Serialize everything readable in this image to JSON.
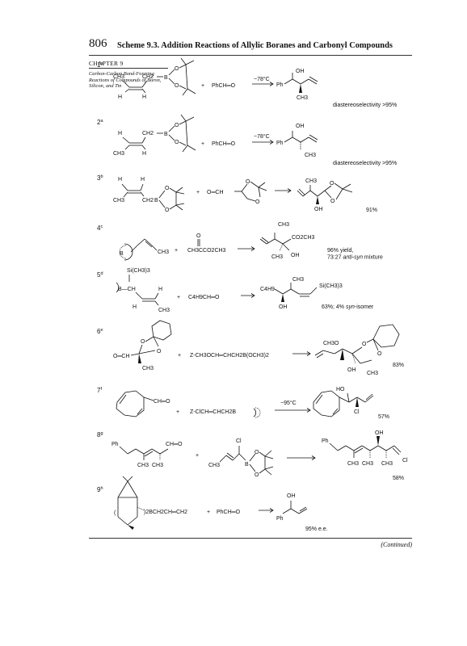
{
  "header": {
    "page_number": "806",
    "scheme_title": "Scheme 9.3. Addition Reactions of Allylic Boranes and Carbonyl Compounds"
  },
  "sidebar": {
    "chapter": "CHAPTER 9",
    "subtitle": "Carbon-Carbon Bond-Forming Reactions of Compounds of Boron, Silicon, and Tin"
  },
  "entries": [
    {
      "number": "1",
      "ref": "a",
      "reagent": "PhCH═O",
      "condition": "−78°C",
      "result": "diastereoselectivity >95%"
    },
    {
      "number": "2",
      "ref": "a",
      "reagent": "PhCH═O",
      "condition": "−78°C",
      "result": "diastereoselectivity >95%"
    },
    {
      "number": "3",
      "ref": "b",
      "reagent": "O═CH",
      "condition": "",
      "result": "91%"
    },
    {
      "number": "4",
      "ref": "c",
      "reagent": "CH3CCO2CH3",
      "condition": "",
      "result": "96% yield, 73:27 anti-syn mixture"
    },
    {
      "number": "5",
      "ref": "d",
      "reagent": "C4H9CH═O",
      "condition": "",
      "result": "63%; 4% syn-isomer"
    },
    {
      "number": "6",
      "ref": "e",
      "reagent": "Z-CH3OCH═CHCH2B(OCH3)2",
      "condition": "",
      "result": "83%"
    },
    {
      "number": "7",
      "ref": "f",
      "reagent": "Z-ClCH═CHCH2B",
      "condition": "−95°C",
      "result": "57%"
    },
    {
      "number": "8",
      "ref": "g",
      "reagent": "",
      "condition": "",
      "result": "58%"
    },
    {
      "number": "9",
      "ref": "h",
      "reagent": "PhCH═O",
      "condition": "",
      "result": "95% e.e."
    }
  ],
  "labels": {
    "CH3": "CH3",
    "CH2": "CH2",
    "B": "B",
    "O": "O",
    "H": "H",
    "Ph": "Ph",
    "OH": "OH",
    "Cl": "Cl",
    "CO2CH3": "CO2CH3",
    "SiCH33": "Si(CH3)3",
    "C4H9": "C4H9",
    "CH3O": "CH3O",
    "CHO": "CH═O",
    "OCH": "O═CH",
    "BCH": "B—CH",
    "HO": "HO",
    "B2CHCH": ")2BCH2CH═CH2",
    "plus": "+",
    "paren": "("
  },
  "footer": {
    "continued": "(Continued)"
  }
}
